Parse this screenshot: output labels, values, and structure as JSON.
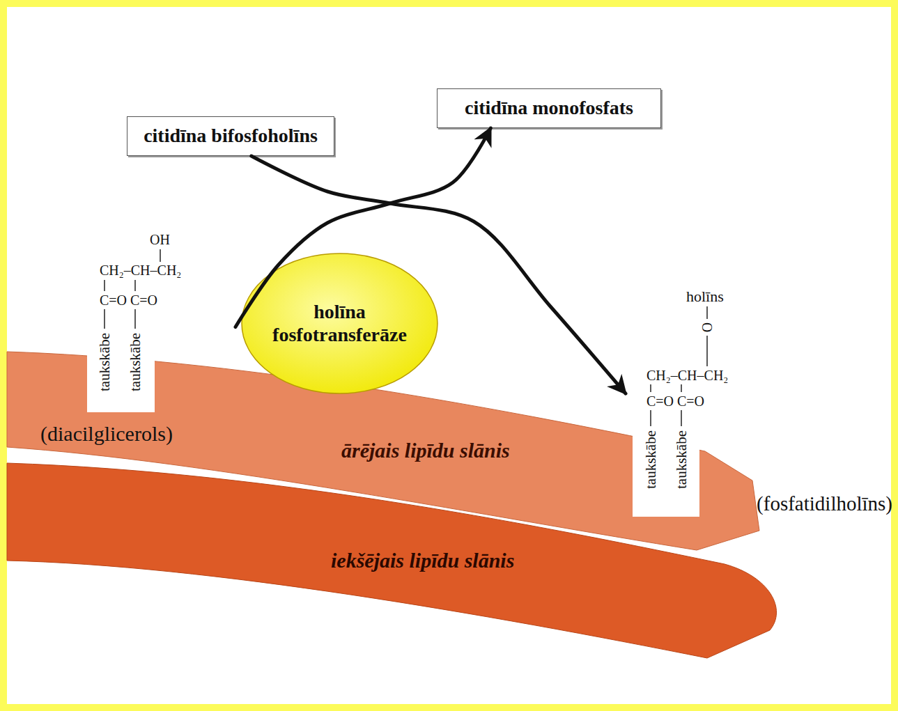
{
  "diagram": {
    "nodes": [
      {
        "text": [
          "citidīna bifosfoholīns"
        ]
      },
      {
        "text": [
          "citidīna monofosfats"
        ]
      },
      {
        "text": [
          "holīna fosfotransferāze"
        ]
      },
      {
        "text": [
          "(diacilglicerols)"
        ]
      },
      {
        "text": [
          "(fosfatidilholīns)"
        ]
      }
    ],
    "edges": [
      {
        "from": 3,
        "to": 1,
        "arrow": "to"
      },
      {
        "from": 0,
        "to": 4,
        "arrow": "to"
      }
    ],
    "labels": [
      "OH",
      "CH₂–CH–CH₂",
      "C=O",
      "C=O",
      "taukskābe",
      "taukskābe",
      "ārējais lipīdu slānis",
      "iekšējais lipīdu slānis",
      "holīns",
      "O",
      "CH₂–CH–CH₂",
      "C=O",
      "C=O",
      "taukskābe",
      "taukskābe"
    ]
  }
}
